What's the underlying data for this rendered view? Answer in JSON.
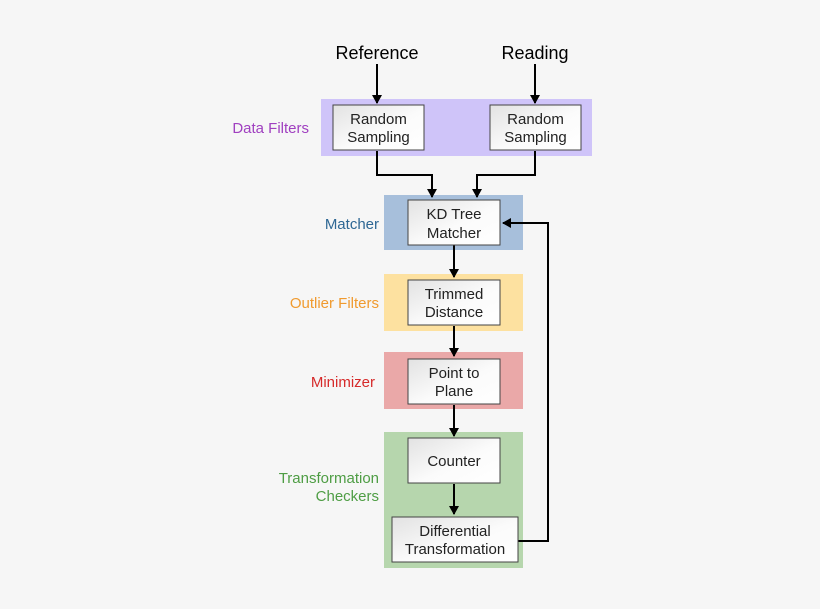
{
  "inputs": {
    "reference": "Reference",
    "reading": "Reading"
  },
  "stages": {
    "data_filters": {
      "label": "Data Filters",
      "color": "#a040c0",
      "band": "#cfc4f9"
    },
    "matcher": {
      "label": "Matcher",
      "color": "#2e6794",
      "band": "#a7bfdb"
    },
    "outlier_filters": {
      "label": "Outlier Filters",
      "color": "#f09a2e",
      "band": "#fde1a0"
    },
    "minimizer": {
      "label": "Minimizer",
      "color": "#d62a2a",
      "band": "#eaa8a8"
    },
    "transformation_checkers": {
      "label_line1": "Transformation",
      "label_line2": "Checkers",
      "color": "#4e9d44",
      "band": "#b6d6ad"
    }
  },
  "boxes": {
    "random_sampling_ref": {
      "line1": "Random",
      "line2": "Sampling"
    },
    "random_sampling_read": {
      "line1": "Random",
      "line2": "Sampling"
    },
    "kd_tree_matcher": {
      "line1": "KD Tree",
      "line2": "Matcher"
    },
    "trimmed_distance": {
      "line1": "Trimmed",
      "line2": "Distance"
    },
    "point_to_plane": {
      "line1": "Point to",
      "line2": "Plane"
    },
    "counter": {
      "line1": "Counter"
    },
    "differential_transformation": {
      "line1": "Differential",
      "line2": "Transformation"
    }
  }
}
